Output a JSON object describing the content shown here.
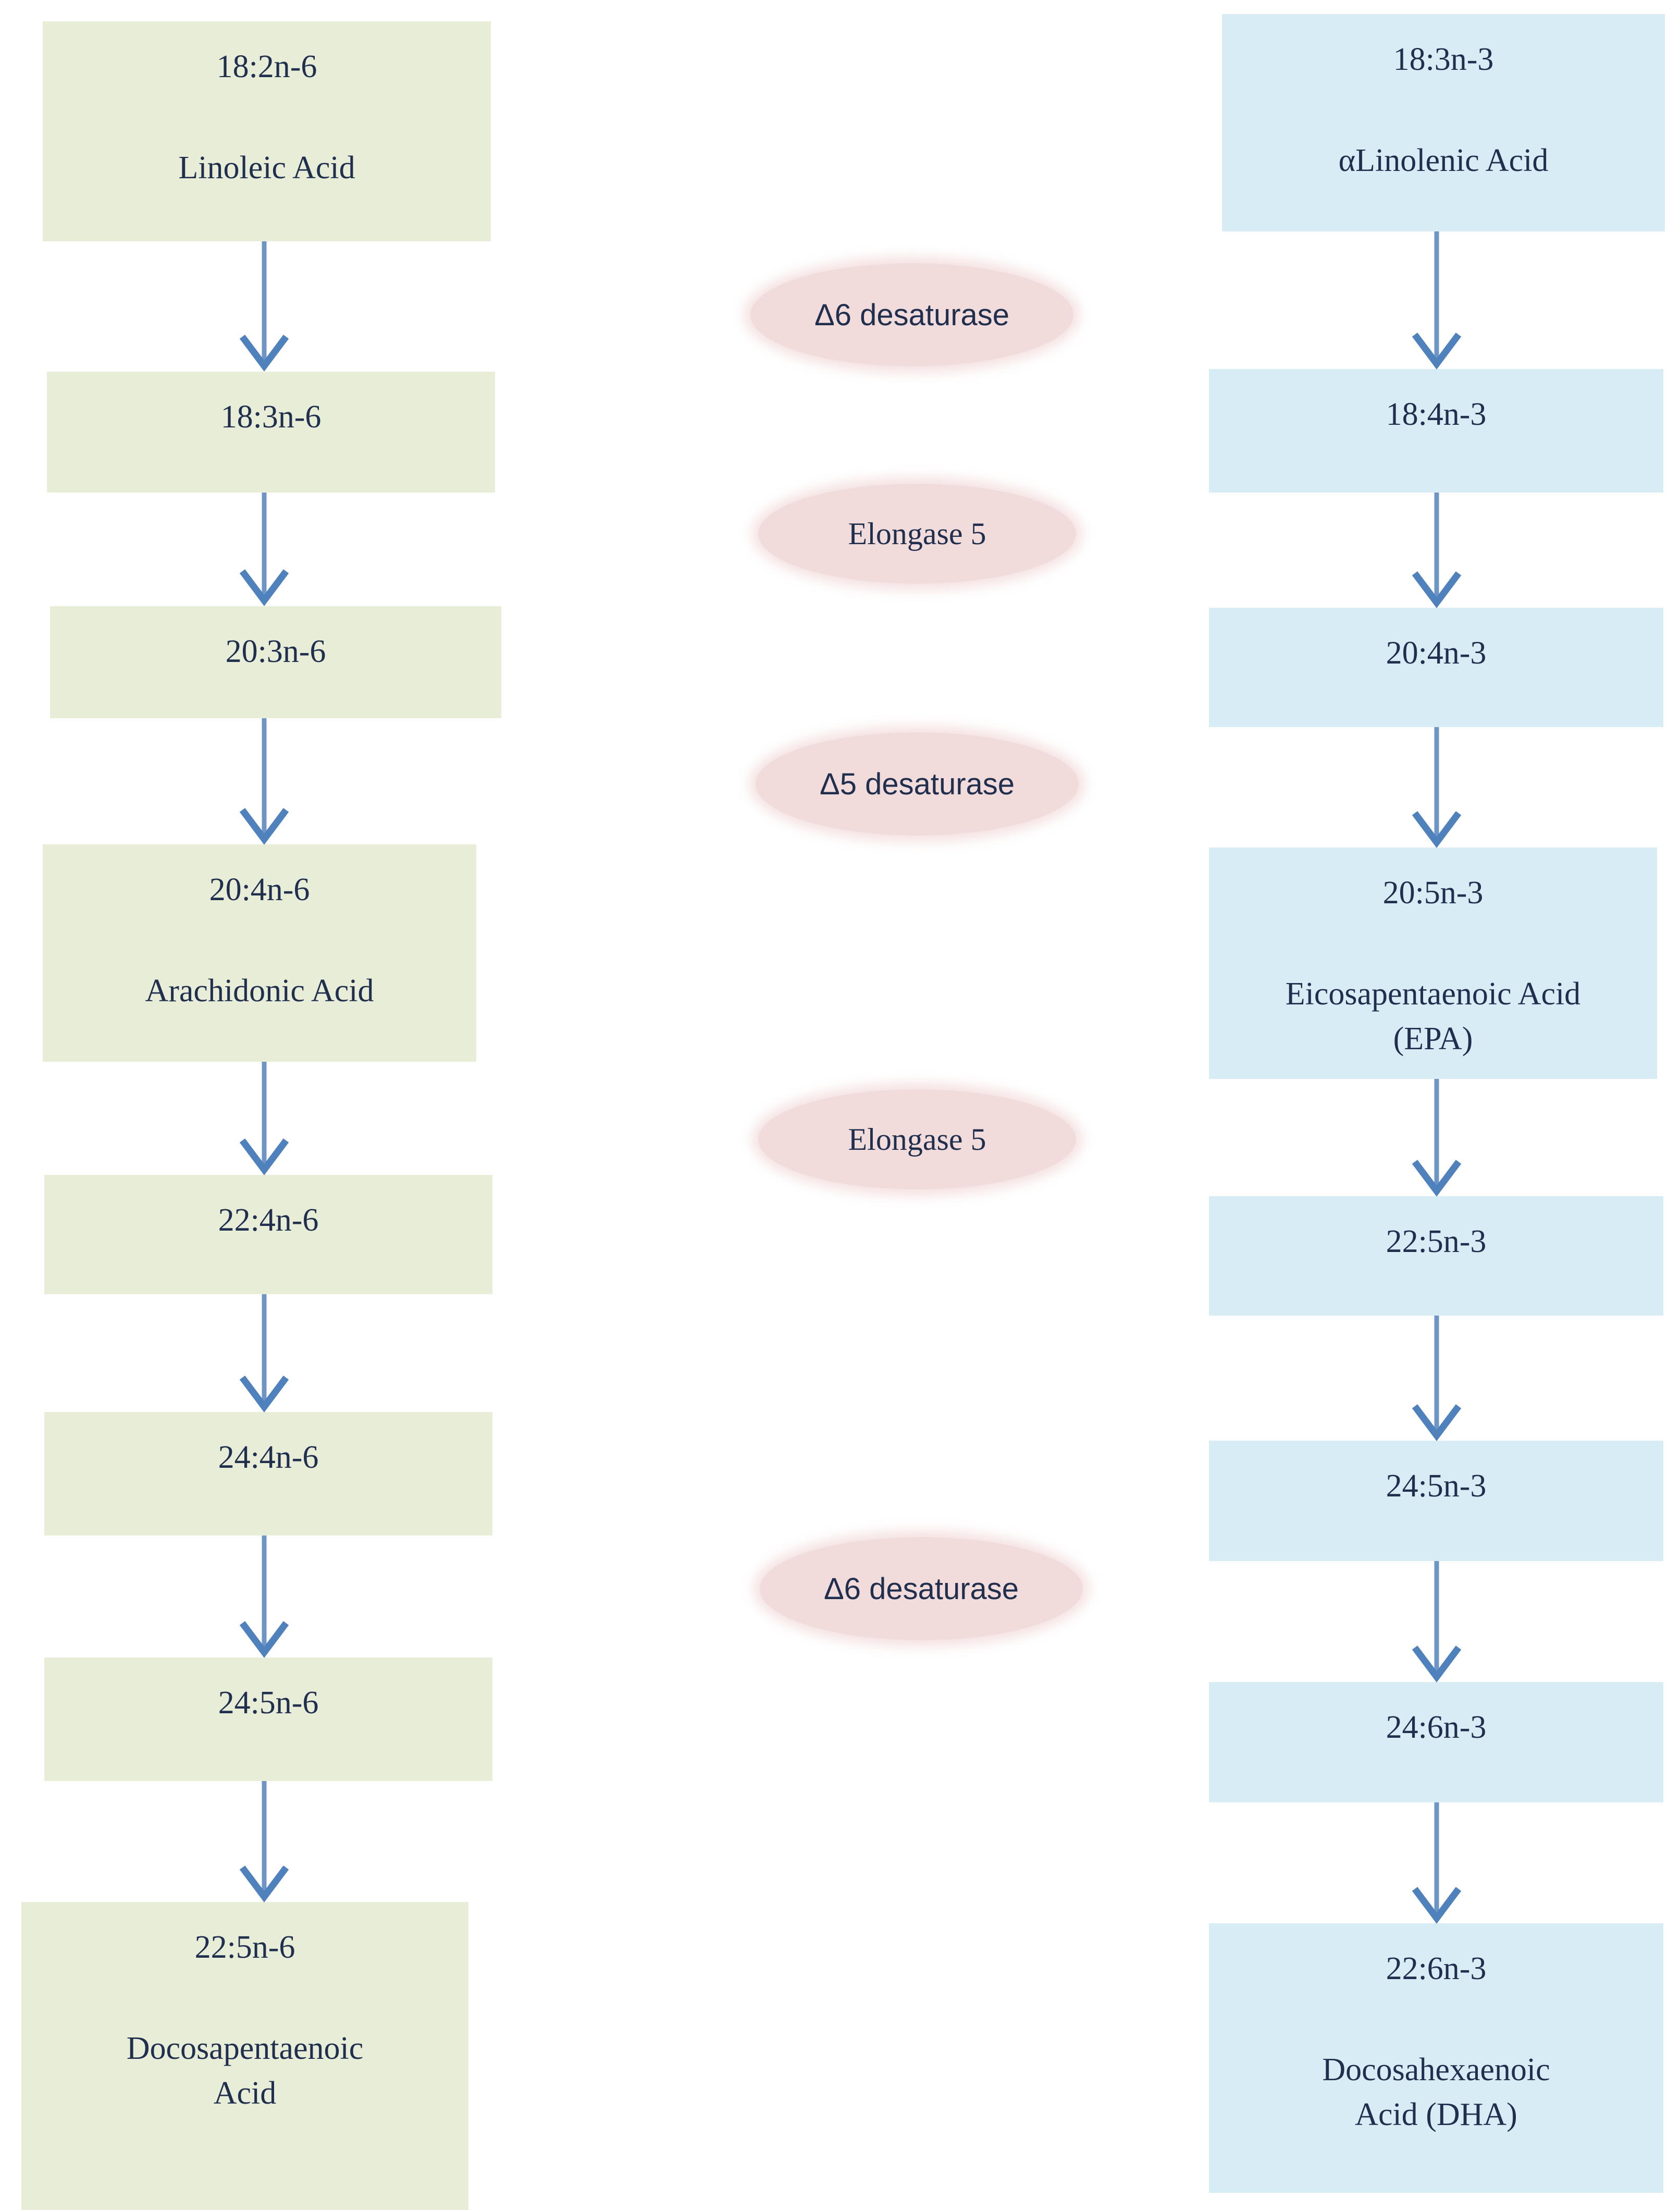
{
  "colors": {
    "background": "#ffffff",
    "omega6_box": "#e8edd8",
    "omega3_box": "#d8ecf5",
    "enzyme_ellipse": "#f2dcdb",
    "arrow_blue": "#4f81bd",
    "text": "#212f4f"
  },
  "diagram": {
    "omega6": {
      "nodes": [
        {
          "code": "18:2n-6",
          "name1": "Linoleic Acid"
        },
        {
          "code": "18:3n-6"
        },
        {
          "code": "20:3n-6"
        },
        {
          "code": "20:4n-6",
          "name1": "Arachidonic Acid"
        },
        {
          "code": "22:4n-6"
        },
        {
          "code": "24:4n-6"
        },
        {
          "code": "24:5n-6"
        },
        {
          "code": "22:5n-6",
          "name1": "Docosapentaenoic",
          "name2": "Acid"
        }
      ]
    },
    "omega3": {
      "nodes": [
        {
          "code": "18:3n-3",
          "name1": "αLinolenic Acid"
        },
        {
          "code": "18:4n-3"
        },
        {
          "code": "20:4n-3"
        },
        {
          "code": "20:5n-3",
          "name1": "Eicosapentaenoic Acid",
          "name2": "(EPA)"
        },
        {
          "code": "22:5n-3"
        },
        {
          "code": "24:5n-3"
        },
        {
          "code": "24:6n-3"
        },
        {
          "code": "22:6n-3",
          "name1": "Docosahexaenoic",
          "name2": "Acid (DHA)"
        }
      ]
    },
    "enzymes": [
      {
        "label": "Δ6 desaturase"
      },
      {
        "label": "Elongase 5"
      },
      {
        "label": "Δ5 desaturase"
      },
      {
        "label": "Elongase 5"
      },
      {
        "label": "Δ6 desaturase"
      }
    ]
  }
}
